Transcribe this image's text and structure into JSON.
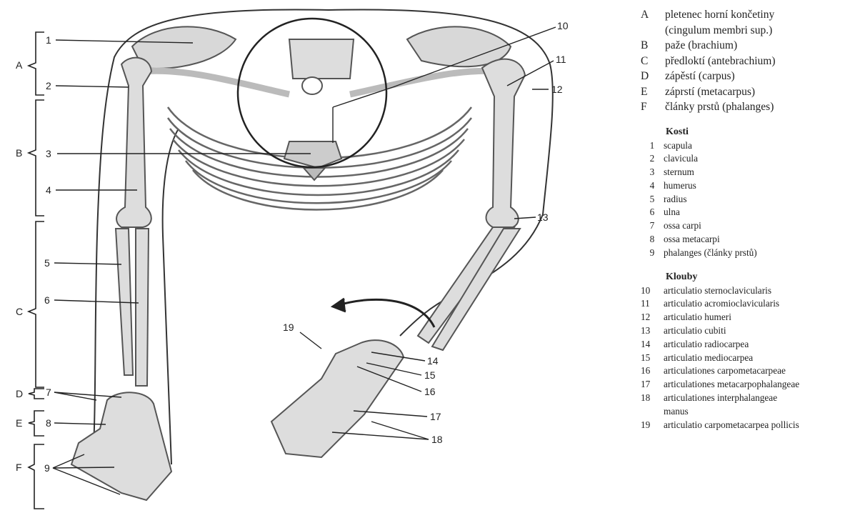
{
  "figure": {
    "side_letters": [
      "A",
      "B",
      "C",
      "D",
      "E",
      "F"
    ],
    "numbers": [
      "1",
      "2",
      "3",
      "4",
      "5",
      "6",
      "7",
      "8",
      "9",
      "10",
      "11",
      "12",
      "13",
      "14",
      "15",
      "16",
      "17",
      "18",
      "19"
    ]
  },
  "legend": {
    "regions": [
      {
        "key": "A",
        "text": "pletenec horní končetiny"
      },
      {
        "key": "",
        "text": "(cingulum membri sup.)"
      },
      {
        "key": "B",
        "text": "paže (brachium)"
      },
      {
        "key": "C",
        "text": "předloktí (antebrachium)"
      },
      {
        "key": "D",
        "text": "zápěstí (carpus)"
      },
      {
        "key": "E",
        "text": "záprstí (metacarpus)"
      },
      {
        "key": "F",
        "text": "články prstů (phalanges)"
      }
    ],
    "bones_title": "Kosti",
    "bones": [
      {
        "key": "1",
        "text": "scapula"
      },
      {
        "key": "2",
        "text": "clavicula"
      },
      {
        "key": "3",
        "text": "sternum"
      },
      {
        "key": "4",
        "text": "humerus"
      },
      {
        "key": "5",
        "text": "radius"
      },
      {
        "key": "6",
        "text": "ulna"
      },
      {
        "key": "7",
        "text": "ossa carpi"
      },
      {
        "key": "8",
        "text": "ossa metacarpi"
      },
      {
        "key": "9",
        "text": "phalanges (články prstů)"
      }
    ],
    "joints_title": "Klouby",
    "joints": [
      {
        "key": "10",
        "text": "articulatio sternoclavicularis"
      },
      {
        "key": "11",
        "text": "articulatio acromioclavicularis"
      },
      {
        "key": "12",
        "text": "articulatio humeri"
      },
      {
        "key": "13",
        "text": "articulatio cubiti"
      },
      {
        "key": "14",
        "text": "articulatio radiocarpea"
      },
      {
        "key": "15",
        "text": "articulatio mediocarpea"
      },
      {
        "key": "16",
        "text": "articulationes carpometacarpeae"
      },
      {
        "key": "17",
        "text": "articulationes metacarpophalangeae"
      },
      {
        "key": "18",
        "text": "articulationes interphalangeae"
      },
      {
        "key": "",
        "text": "manus"
      },
      {
        "key": "19",
        "text": "articulatio carpometacarpea pollicis"
      }
    ]
  }
}
